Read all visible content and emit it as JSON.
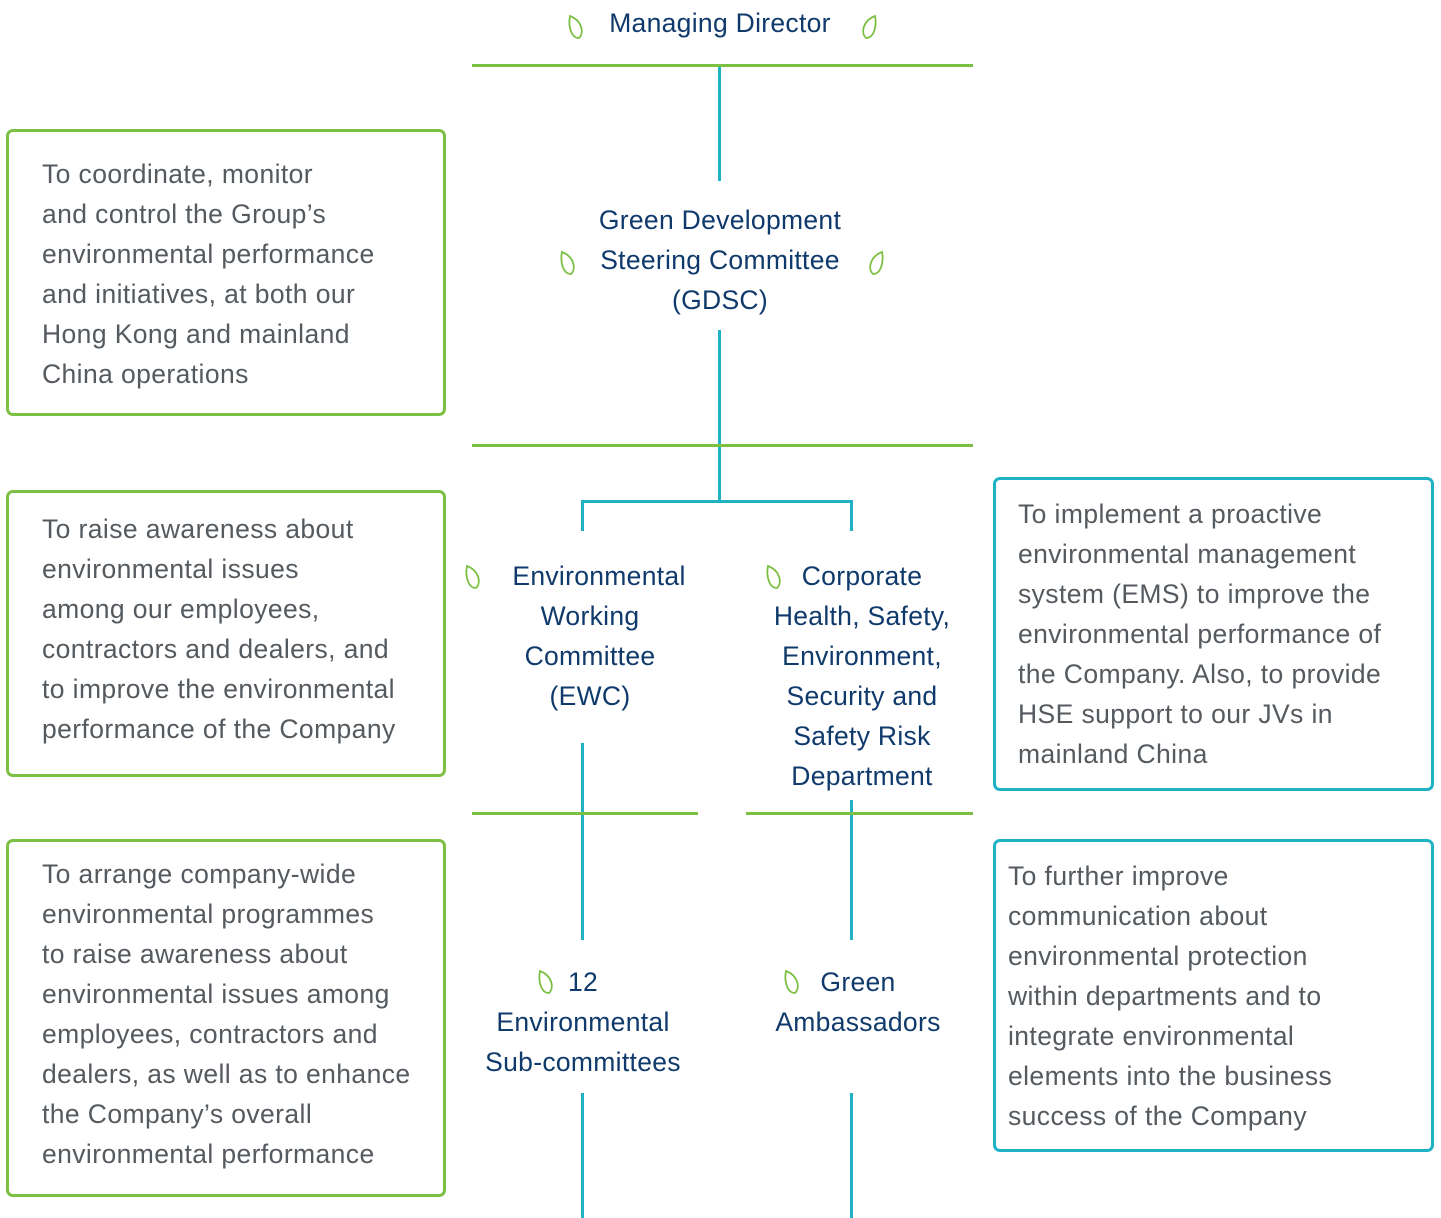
{
  "colors": {
    "green": "#7cc043",
    "teal": "#1fb2c5",
    "navy": "#0f3a6b",
    "text": "#555a5f"
  },
  "nodes": {
    "managing_director": "Managing Director",
    "gdsc": "Green Development\nSteering Committee\n(GDSC)",
    "ewc": "Environmental\nWorking\nCommittee\n(EWC)",
    "chsse": "Corporate\nHealth, Safety,\nEnvironment,\nSecurity and\nSafety Risk\nDepartment",
    "subcommittees": "12\nEnvironmental\nSub-committees",
    "ambassadors": "Green\nAmbassadors"
  },
  "descriptions": {
    "gdsc": "To coordinate, monitor\nand control the Group’s\nenvironmental performance\nand initiatives, at both our\nHong Kong and mainland\nChina operations",
    "ewc": "To raise awareness about\nenvironmental issues\namong our employees,\ncontractors and dealers, and\nto improve the environmental\nperformance of the Company",
    "chsse": "To implement a proactive\nenvironmental management\nsystem (EMS) to improve the\nenvironmental performance of\nthe Company. Also, to provide\nHSE support to our JVs in\nmainland China",
    "subcommittees": "To arrange company-wide\nenvironmental programmes\nto raise awareness about\nenvironmental issues among\nemployees, contractors and\ndealers, as well as to enhance\nthe Company’s overall\nenvironmental performance",
    "ambassadors": "To further improve\ncommunication about\nenvironmental protection\nwithin departments and to\nintegrate environmental\nelements into the business\nsuccess of the Company"
  },
  "icons": {
    "leaf": "leaf-icon"
  }
}
